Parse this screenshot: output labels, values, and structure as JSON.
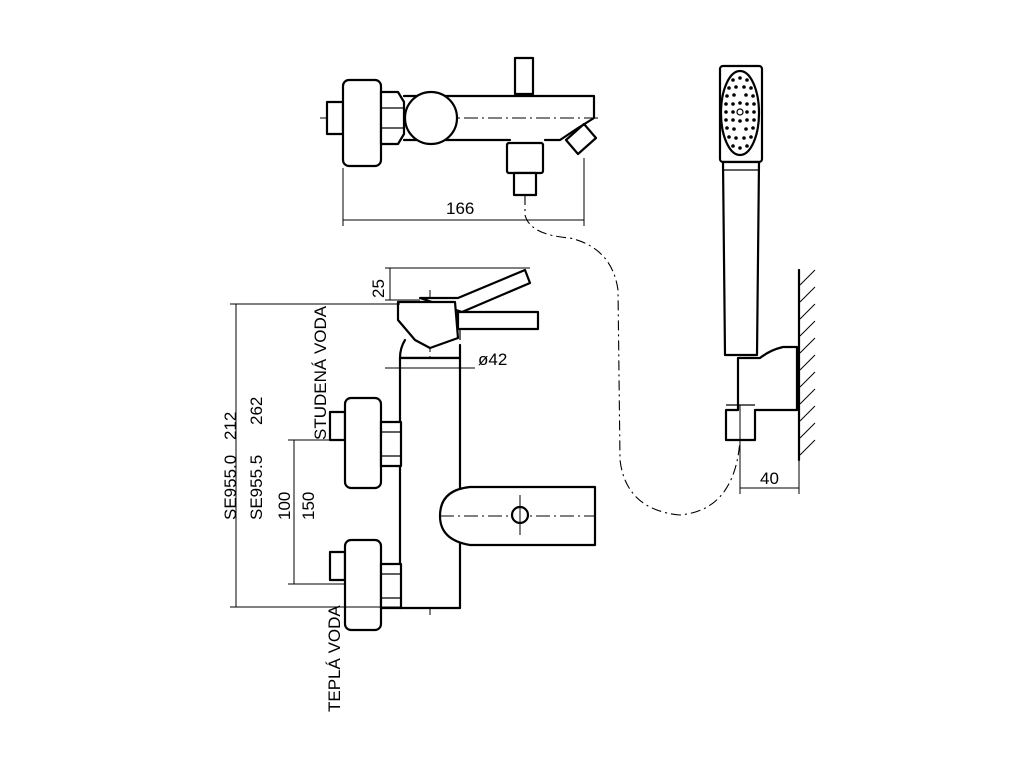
{
  "dimensions": {
    "d166": "166",
    "d25": "25",
    "d42": "ø42",
    "d212": "212",
    "d262": "262",
    "d100": "100",
    "d150": "150",
    "d40": "40"
  },
  "models": {
    "se9550": "SE955.0",
    "se9555": "SE955.5"
  },
  "labels": {
    "cold_water": "STUDENÁ VODA",
    "hot_water": "TEPLÁ VODA"
  }
}
